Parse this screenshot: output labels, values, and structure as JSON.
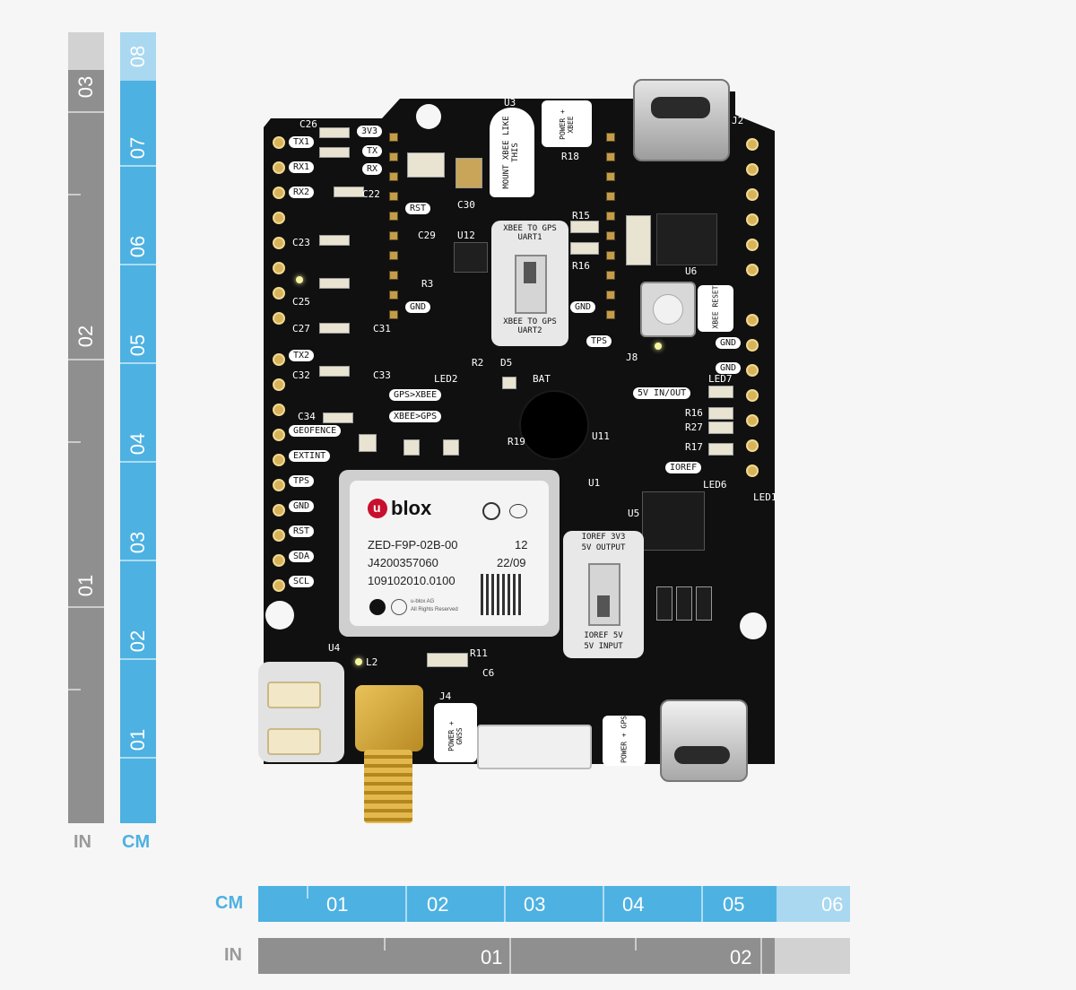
{
  "rulers": {
    "vertical_in": {
      "unit_label": "IN",
      "numbers": [
        "03",
        "02",
        "01"
      ],
      "color": "#8f8f8f"
    },
    "vertical_cm": {
      "unit_label": "CM",
      "numbers": [
        "08",
        "07",
        "06",
        "05",
        "04",
        "03",
        "02",
        "01"
      ],
      "color": "#4db1e2"
    },
    "horizontal_cm": {
      "unit_label": "CM",
      "numbers": [
        "01",
        "02",
        "03",
        "04",
        "05",
        "06"
      ],
      "color": "#4db1e2"
    },
    "horizontal_in": {
      "unit_label": "IN",
      "numbers": [
        "01",
        "02"
      ],
      "color": "#8f8f8f"
    }
  },
  "board": {
    "color": "#101010",
    "gnss_module": {
      "brand": "blox",
      "brand_prefix": "u",
      "model": "ZED-F9P-02B-00",
      "model_suffix": "12",
      "serial": "J4200357060",
      "date": "22/09",
      "code": "109102010.0100",
      "footer1": "u-blox AG",
      "footer2": "All Rights Reserved"
    },
    "silkscreen": {
      "left_labels": [
        "TX1",
        "RX1",
        "RX2",
        "TX2",
        "GEOFENCE",
        "EXTINT",
        "TPS",
        "GND",
        "RST",
        "SDA",
        "SCL"
      ],
      "right_labels": [
        "GND",
        "GND",
        "5V IN/OUT",
        "IOREF"
      ],
      "xbee_top": "3V3",
      "xbee_tx": "TX",
      "xbee_rx": "RX",
      "rst": "RST",
      "gnd1": "GND",
      "gnd2": "GND",
      "mount_note": "MOUNT XBEE LIKE THIS",
      "power_xbee": "POWER + XBEE",
      "xbee_uart1": "XBEE TO GPS UART1",
      "xbee_uart2": "XBEE TO GPS UART2",
      "gps_xbee": "GPS>XBEE",
      "xbee_gps": "XBEE>GPS",
      "ioref_3v3": "IOREF 3V3",
      "output_5v": "5V OUTPUT",
      "ioref_5v": "IOREF 5V",
      "input_5v": "5V INPUT",
      "xbee_reset": "XBEE RESET",
      "power_gnss": "POWER + GNSS",
      "power_gps": "POWER + GPS",
      "tps_label": "TPS",
      "designators": [
        "C26",
        "C22",
        "C23",
        "C25",
        "C27",
        "C31",
        "C32",
        "C33",
        "C34",
        "C30",
        "C29",
        "U12",
        "R18",
        "R15",
        "R16",
        "R19",
        "J2",
        "U6",
        "J8",
        "LED7",
        "R16",
        "R27",
        "R17",
        "LED6",
        "LED1",
        "U5",
        "U11",
        "U1",
        "U4",
        "L2",
        "R11",
        "J4",
        "C6",
        "R3",
        "U3",
        "BAT",
        "LED2",
        "R2",
        "D5"
      ]
    }
  }
}
